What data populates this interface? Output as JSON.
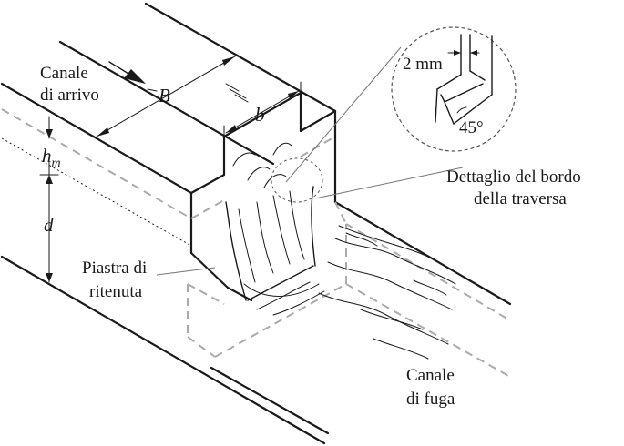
{
  "labels": {
    "canale_arrivo_1": "Canale",
    "canale_arrivo_2": "di arrivo",
    "B": "B",
    "b": "b",
    "h": "h",
    "h_sub": "m",
    "d": "d",
    "piastra_1": "Piastra di",
    "piastra_2": "ritenuta",
    "dettaglio_1": "Dettaglio del bordo",
    "dettaglio_2": "della traversa",
    "dim_2mm": "2 mm",
    "angle_45": "45°",
    "canale_fuga_1": "Canale",
    "canale_fuga_2": "di fuga"
  },
  "colors": {
    "line": "#1a1a1a",
    "hidden": "#aaaaaa"
  }
}
